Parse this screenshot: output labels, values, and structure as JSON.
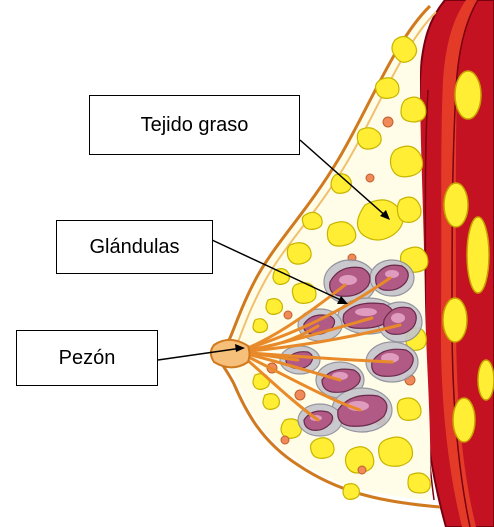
{
  "diagram": {
    "labels": {
      "fat_tissue": "Tejido graso",
      "glands": "Glándulas",
      "nipple": "Pezón"
    }
  },
  "colors": {
    "fat_yellow": "#ffee33",
    "fat_outline": "#c8b400",
    "muscle_red": "#cc1122",
    "muscle_dark": "#7a0010",
    "skin_outline": "#d07a20",
    "gland_purple": "#a8507a",
    "gland_pink": "#e8a8c8",
    "gland_halo": "#b9b9c4",
    "duct_orange": "#e88a2a",
    "nodule_orange": "#f08a5a",
    "background_fill": "#fffde8",
    "pointer": "#000000"
  }
}
